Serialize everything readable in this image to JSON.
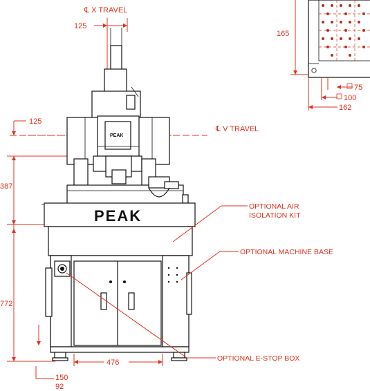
{
  "labels": {
    "x_travel": "℄ X TRAVEL",
    "v_travel": "℄ V TRAVEL",
    "air_isolation_line1": "OPTIONAL AIR",
    "air_isolation_line2": "ISOLATION KIT",
    "machine_base": "OPTIONAL MACHINE BASE",
    "estop_box": "OPTIONAL E-STOP BOX",
    "brand": "PEAK",
    "head_brand": "PEAK"
  },
  "dimensions": {
    "top_125": "125",
    "left_125": "125",
    "d387": "387",
    "d772": "772",
    "d476": "476",
    "d150": "150",
    "d92": "92",
    "d165": "165",
    "d75": "75",
    "d100": "100",
    "d162": "162"
  },
  "colors": {
    "dimension": "#e0301e",
    "outline": "#111111"
  }
}
